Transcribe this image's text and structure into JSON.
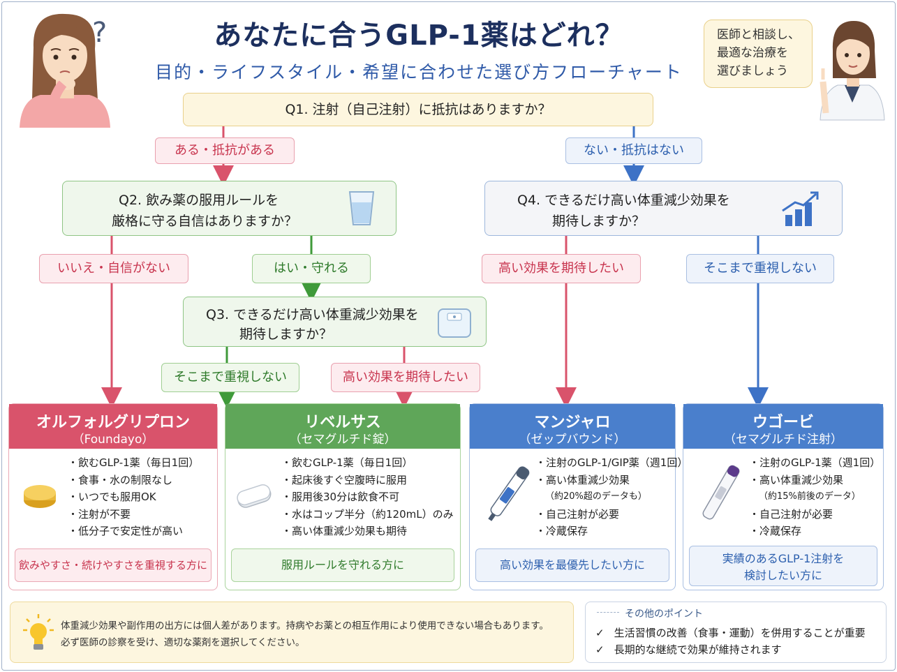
{
  "header": {
    "title": "あなたに合うGLP-1薬はどれ？",
    "subtitle": "目的・ライフスタイル・希望に合わせた選び方フローチャート",
    "question_mark": "?"
  },
  "doctor_bubble": [
    "医師と相談し、",
    "最適な治療を",
    "選びましょう"
  ],
  "questions": {
    "q1": "Q1. 注射（自己注射）に抵抗はありますか？",
    "q2": [
      "Q2. 飲み薬の服用ルールを",
      "厳格に守る自信はありますか？"
    ],
    "q3": [
      "Q3. できるだけ高い体重減少効果を",
      "期待しますか？"
    ],
    "q4": [
      "Q4. できるだけ高い体重減少効果を",
      "期待しますか？"
    ]
  },
  "branches": {
    "q1_yes": "ある・抵抗がある",
    "q1_no": "ない・抵抗はない",
    "q2_no": "いいえ・自信がない",
    "q2_yes": "はい・守れる",
    "q3_low": "そこまで重視しない",
    "q3_high": "高い効果を期待したい",
    "q4_high": "高い効果を期待したい",
    "q4_low": "そこまで重視しない"
  },
  "cards": [
    {
      "name": "オルフォルグリプロン",
      "sub": "（Foundayo）",
      "color": "#d9536b",
      "bullets": [
        "・飲むGLP-1薬（毎日1回）",
        "・食事・水の制限なし",
        "・いつでも服用OK",
        "・注射が不要",
        "・低分子で安定性が高い"
      ],
      "recommend": [
        "飲みやすさ・続けやすさを重視する方に"
      ]
    },
    {
      "name": "リベルサス",
      "sub": "（セマグルチド錠）",
      "color": "#5fa659",
      "bullets": [
        "・飲むGLP-1薬（毎日1回）",
        "・起床後すぐ空腹時に服用",
        "・服用後30分は飲食不可",
        "・水はコップ半分（約120mL）のみ",
        "・高い体重減少効果も期待"
      ],
      "recommend": [
        "服用ルールを守れる方に"
      ]
    },
    {
      "name": "マンジャロ",
      "sub": "（ゼップバウンド）",
      "color": "#4a7fcc",
      "bullets": [
        "・注射のGLP-1/GIP薬（週1回）",
        "・高い体重減少効果",
        "（約20%超のデータも）",
        "・自己注射が必要",
        "・冷蔵保存"
      ],
      "recommend": [
        "高い効果を最優先したい方に"
      ]
    },
    {
      "name": "ウゴービ",
      "sub": "（セマグルチド注射）",
      "color": "#4a7fcc",
      "bullets": [
        "・注射のGLP-1薬（週1回）",
        "・高い体重減少効果",
        "（約15%前後のデータ）",
        "・自己注射が必要",
        "・冷蔵保存"
      ],
      "recommend": [
        "実績のあるGLP-1注射を",
        "検討したい方に"
      ]
    }
  ],
  "note": [
    "体重減少効果や副作用の出方には個人差があります。持病やお薬との相互作用により使用できない場合もあります。",
    "必ず医師の診察を受け、適切な薬剤を選択してください。"
  ],
  "points": {
    "title": "その他のポイント",
    "items": [
      "生活習慣の改善（食事・運動）を併用することが重要",
      "長期的な継続で効果が維持されます"
    ],
    "check": "✓"
  },
  "colors": {
    "red": "#d9536b",
    "green": "#5fa659",
    "blue": "#4a7fcc",
    "navy": "#1c2f5e"
  }
}
